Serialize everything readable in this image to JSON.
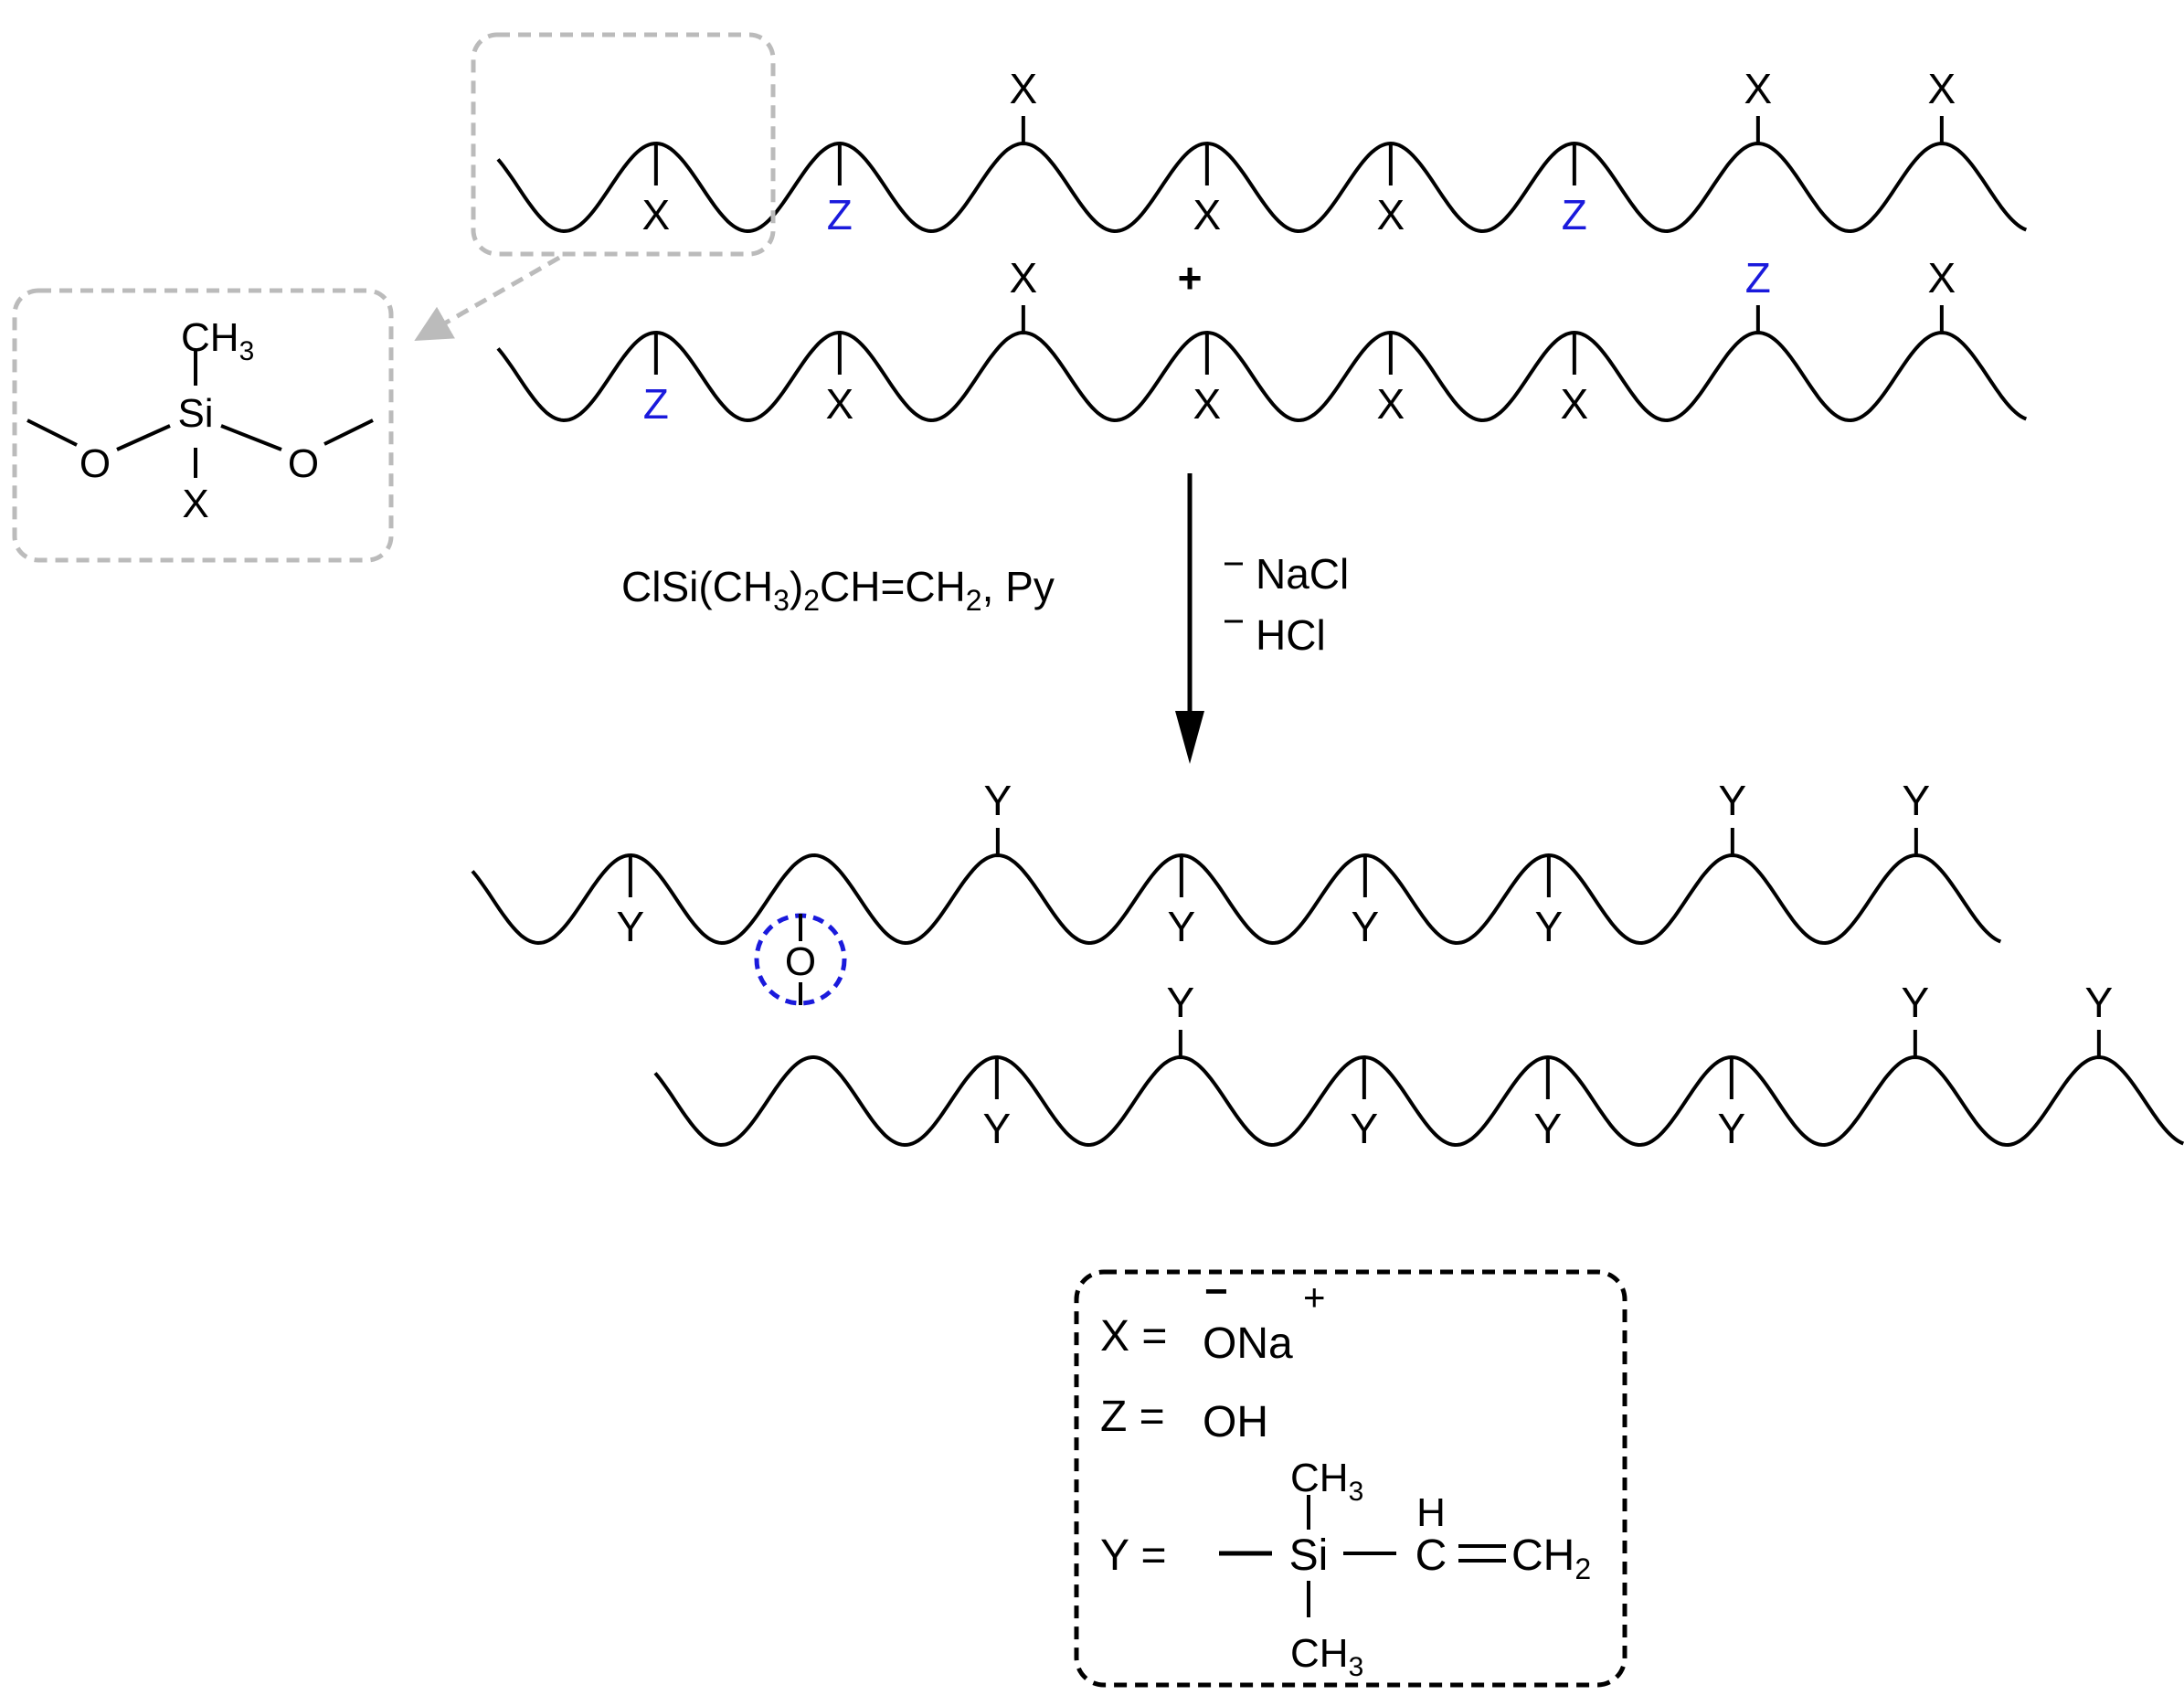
{
  "colors": {
    "ink": "#000000",
    "blue": "#1a1adc",
    "gray": "#bbbbbb"
  },
  "chains": [
    {
      "id": "chain-a",
      "subs": [
        {
          "label": "X",
          "dir": "down"
        },
        {
          "label": "Z",
          "dir": "down",
          "color": "blue"
        },
        {
          "label": "X",
          "dir": "up"
        },
        {
          "label": "X",
          "dir": "down"
        },
        {
          "label": "X",
          "dir": "down"
        },
        {
          "label": "Z",
          "dir": "down",
          "color": "blue"
        },
        {
          "label": "X",
          "dir": "up"
        },
        {
          "label": "X",
          "dir": "up"
        }
      ]
    },
    {
      "id": "chain-b",
      "subs": [
        {
          "label": "Z",
          "dir": "down",
          "color": "blue"
        },
        {
          "label": "X",
          "dir": "down"
        },
        {
          "label": "X",
          "dir": "up"
        },
        {
          "label": "X",
          "dir": "down"
        },
        {
          "label": "X",
          "dir": "down"
        },
        {
          "label": "X",
          "dir": "down"
        },
        {
          "label": "Z",
          "dir": "up",
          "color": "blue"
        },
        {
          "label": "X",
          "dir": "up"
        }
      ]
    },
    {
      "id": "chain-c",
      "subs": [
        {
          "label": "Y",
          "dir": "down"
        },
        {
          "label": "",
          "dir": "bridge"
        },
        {
          "label": "Y",
          "dir": "up"
        },
        {
          "label": "Y",
          "dir": "down"
        },
        {
          "label": "Y",
          "dir": "down"
        },
        {
          "label": "Y",
          "dir": "down"
        },
        {
          "label": "Y",
          "dir": "up"
        },
        {
          "label": "Y",
          "dir": "up"
        }
      ]
    },
    {
      "id": "chain-d",
      "subs": [
        {
          "label": "",
          "dir": "bridge-top"
        },
        {
          "label": "Y",
          "dir": "down"
        },
        {
          "label": "Y",
          "dir": "up"
        },
        {
          "label": "Y",
          "dir": "down"
        },
        {
          "label": "Y",
          "dir": "down"
        },
        {
          "label": "Y",
          "dir": "down"
        },
        {
          "label": "Y",
          "dir": "up"
        },
        {
          "label": "Y",
          "dir": "up"
        }
      ]
    }
  ],
  "plus_sign": "+",
  "bridge_oxygen": "O",
  "monomer": {
    "methyl": "CH3",
    "silicon": "Si",
    "left_oxygen": "O",
    "right_oxygen": "O",
    "substituent": "X"
  },
  "reaction": {
    "reagent": "ClSi(CH3)2CH=CH2, Py",
    "byproduct_1": "NaCl",
    "byproduct_2": "HCl"
  },
  "legend": {
    "x_label": "X =",
    "x_group": "ONa",
    "x_minus": "−",
    "x_plus": "+",
    "z_label": "Z =",
    "z_group": "OH",
    "y_label": "Y =",
    "y_silicon": "Si",
    "y_top_methyl": "CH3",
    "y_bottom_methyl": "CH3",
    "y_h": "H",
    "y_carbon": "C",
    "y_terminal": "CH2"
  }
}
